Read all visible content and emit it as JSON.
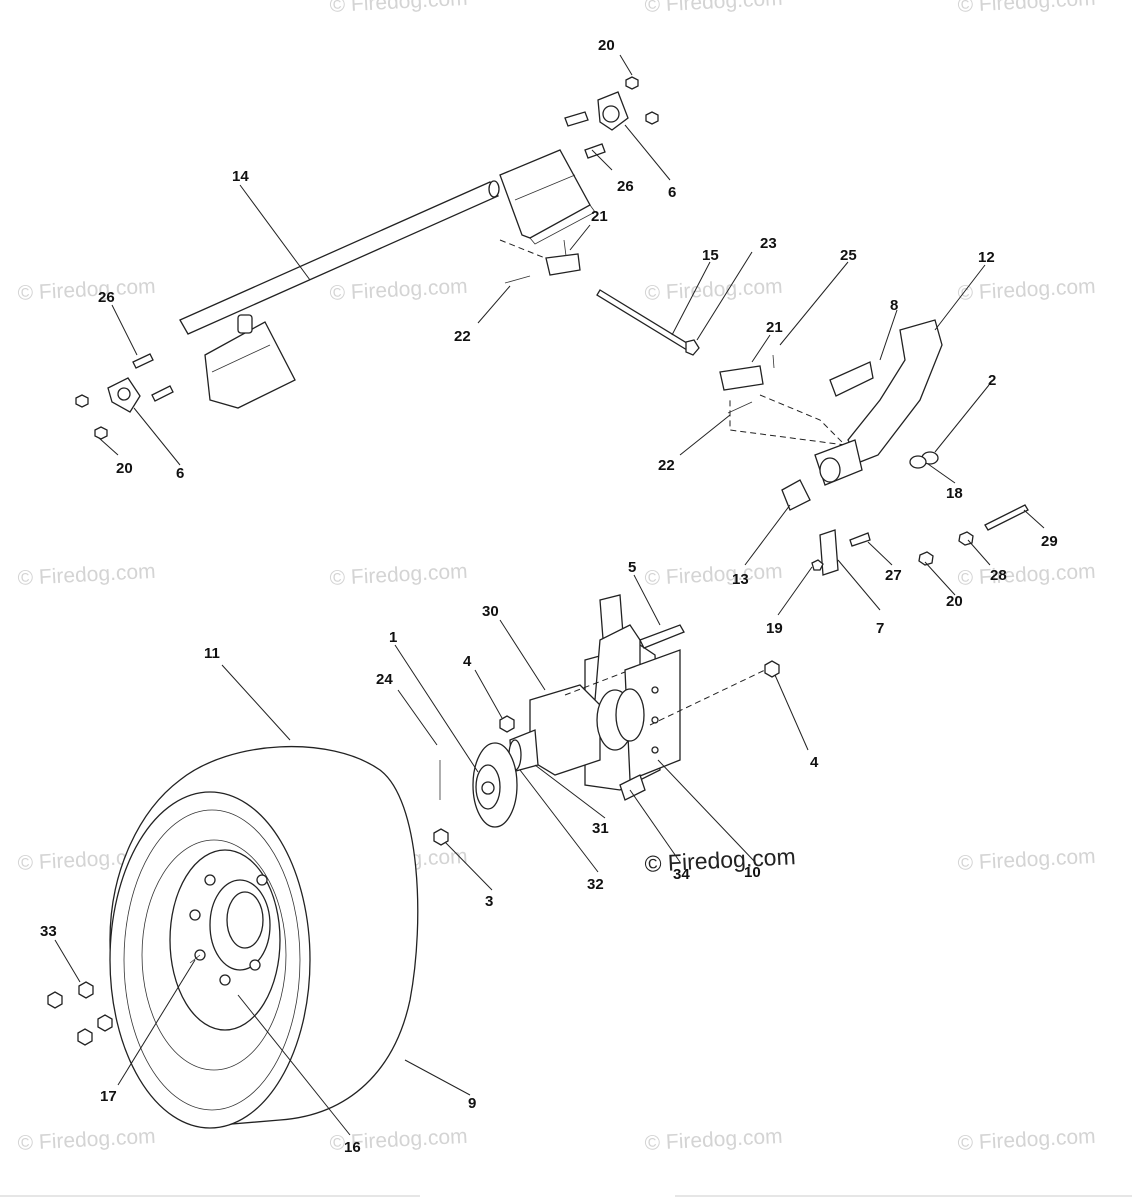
{
  "watermark": {
    "tile_text": "© Firedog.com",
    "main_text": "© Firedog.com"
  },
  "callouts": [
    {
      "id": "c20a",
      "text": "20"
    },
    {
      "id": "c26a",
      "text": "26"
    },
    {
      "id": "c6a",
      "text": "6"
    },
    {
      "id": "c14",
      "text": "14"
    },
    {
      "id": "c21a",
      "text": "21"
    },
    {
      "id": "c23",
      "text": "23"
    },
    {
      "id": "c15",
      "text": "15"
    },
    {
      "id": "c25",
      "text": "25"
    },
    {
      "id": "c12",
      "text": "12"
    },
    {
      "id": "c26b",
      "text": "26"
    },
    {
      "id": "c22a",
      "text": "22"
    },
    {
      "id": "c8",
      "text": "8"
    },
    {
      "id": "c21b",
      "text": "21"
    },
    {
      "id": "c2",
      "text": "2"
    },
    {
      "id": "c20b",
      "text": "20"
    },
    {
      "id": "c6b",
      "text": "6"
    },
    {
      "id": "c22b",
      "text": "22"
    },
    {
      "id": "c18",
      "text": "18"
    },
    {
      "id": "c29",
      "text": "29"
    },
    {
      "id": "c13",
      "text": "13"
    },
    {
      "id": "c27",
      "text": "27"
    },
    {
      "id": "c28",
      "text": "28"
    },
    {
      "id": "c20c",
      "text": "20"
    },
    {
      "id": "c5",
      "text": "5"
    },
    {
      "id": "c19",
      "text": "19"
    },
    {
      "id": "c7",
      "text": "7"
    },
    {
      "id": "c30",
      "text": "30"
    },
    {
      "id": "c1",
      "text": "1"
    },
    {
      "id": "c11",
      "text": "11"
    },
    {
      "id": "c4a",
      "text": "4"
    },
    {
      "id": "c24",
      "text": "24"
    },
    {
      "id": "c4b",
      "text": "4"
    },
    {
      "id": "c31",
      "text": "31"
    },
    {
      "id": "c34",
      "text": "34"
    },
    {
      "id": "c10",
      "text": "10"
    },
    {
      "id": "c32",
      "text": "32"
    },
    {
      "id": "c3",
      "text": "3"
    },
    {
      "id": "c33",
      "text": "33"
    },
    {
      "id": "c17",
      "text": "17"
    },
    {
      "id": "c9",
      "text": "9"
    },
    {
      "id": "c16",
      "text": "16"
    }
  ]
}
